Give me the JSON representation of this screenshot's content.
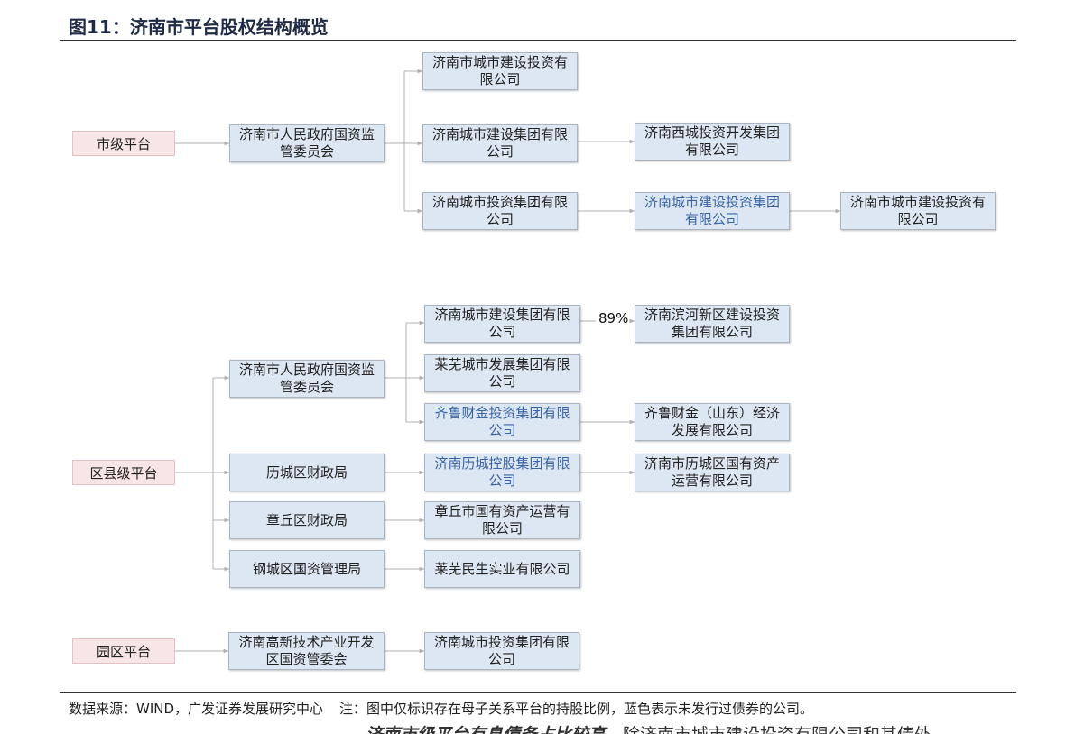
{
  "title": "图11：济南市平台股权结构概览",
  "categories": {
    "city": "市级平台",
    "district": "区县级平台",
    "park": "园区平台"
  },
  "nodes": {
    "city_sasac": "济南市人民政府国资监管委员会",
    "city_urban_construction_1": "济南市城市建设投资有限公司",
    "city_construction_group": "济南城市建设集团有限公司",
    "city_investment_group": "济南城市投资集团有限公司",
    "xicheng_group": "济南西城投资开发集团有限公司",
    "urban_construction_invest_group": "济南城市建设投资集团有限公司",
    "city_urban_construction_2": "济南市城市建设投资有限公司",
    "dist_sasac": "济南市人民政府国资监管委员会",
    "dist_construction_group": "济南城市建设集团有限公司",
    "binhe": "济南滨河新区建设投资集团有限公司",
    "laiwu_dev": "莱芜城市发展集团有限公司",
    "qilu_finance_group": "齐鲁财金投资集团有限公司",
    "qilu_finance_sd": "齐鲁财金（山东）经济发展有限公司",
    "licheng_finance": "历城区财政局",
    "licheng_holding": "济南历城控股集团有限公司",
    "licheng_assets": "济南市历城区国有资产运营有限公司",
    "zhangqiu_finance": "章丘区财政局",
    "zhangqiu_assets": "章丘市国有资产运营有限公司",
    "gangcheng_sasac": "钢城区国资管理局",
    "laiwu_minsheng": "莱芜民生实业有限公司",
    "hitech_committee": "济南高新技术产业开发区国资管委会",
    "park_investment_group": "济南城市投资集团有限公司"
  },
  "ownership_pct": "89%",
  "footer": {
    "source": "数据来源：WIND，广发证券发展研究中心",
    "note": "注：图中仅标识存在母子关系平台的持股比例，蓝色表示未发行过债券的公司。"
  },
  "bottom_cut": {
    "bold": "济南市级平台有息債务占比较高",
    "rest": "，除济南市城市建设投资有限公司和其债外"
  },
  "colors": {
    "node_fill": "#dde7f3",
    "category_fill": "#f8e6e6",
    "no_bond_text": "#3a64a6",
    "connector": "#b0b0b0"
  }
}
